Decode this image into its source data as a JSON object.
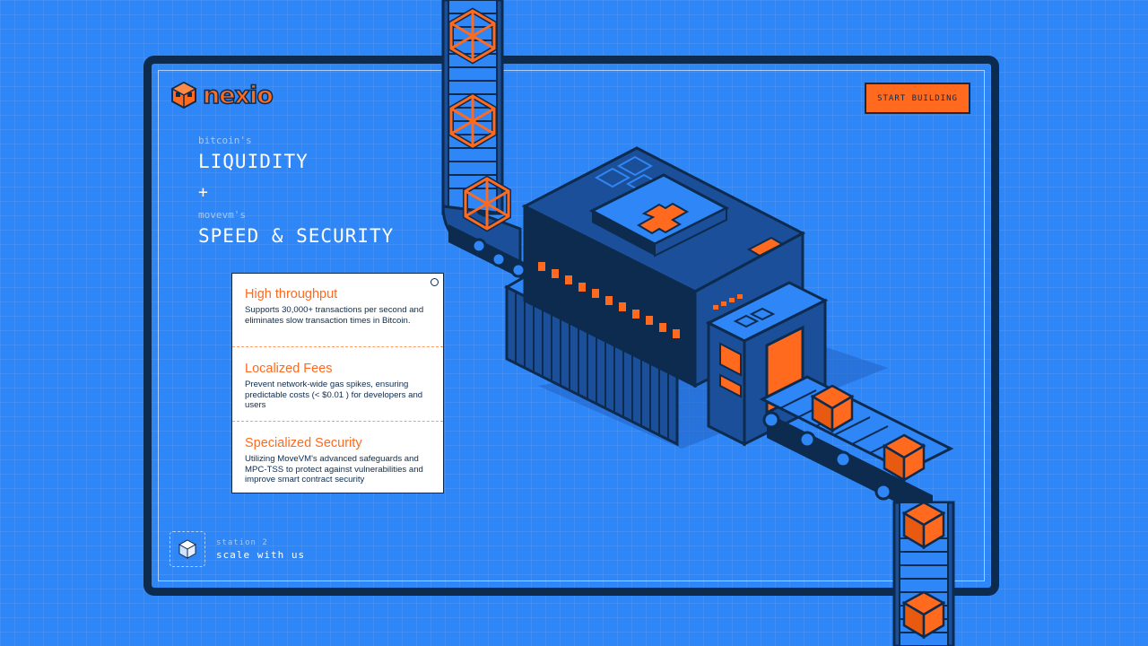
{
  "brand": {
    "name": "nexio"
  },
  "header": {
    "cta_label": "START BUILDING"
  },
  "hero": {
    "line1_small": "bitcoin's",
    "line1_big": "LIQUIDITY",
    "plus": "+",
    "line2_small": "movevm's",
    "line2_big": "SPEED & SECURITY"
  },
  "features": [
    {
      "title": "High throughput",
      "description": "Supports 30,000+ transactions per second and eliminates slow transaction times in Bitcoin."
    },
    {
      "title": "Localized Fees",
      "description": "Prevent network-wide gas spikes, ensuring predictable costs (< $0.01 ) for developers and users"
    },
    {
      "title": "Specialized Security",
      "description": "Utilizing MoveVM's advanced safeguards and MPC-TSS to protect against vulnerabilities and improve smart contract security"
    }
  ],
  "station": {
    "label": "station 2",
    "title": "scale with us"
  },
  "colors": {
    "background": "#2f86f6",
    "navy": "#0d2b4e",
    "accent": "#ff6a1f",
    "machine": "#1b4f99"
  }
}
